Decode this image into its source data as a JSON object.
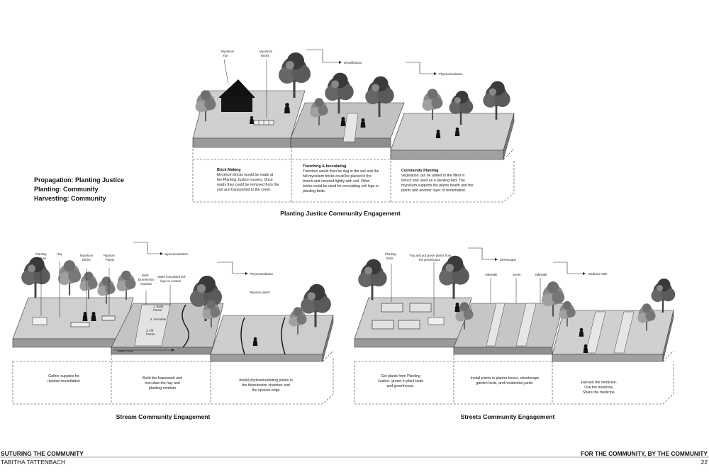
{
  "side_text": [
    "Propagation: Planting Justice",
    "Planting: Community",
    "Harvesting: Community"
  ],
  "planting": {
    "title": "Planting Justice Community Engagement",
    "labels": {
      "yurt": [
        "Mycelium",
        "Yurt"
      ],
      "bricks": [
        "Mycelium",
        "Bricks"
      ],
      "mycofiltration": "Mycofiltration",
      "phytoremediation": "Phytoremediation"
    },
    "steps": [
      {
        "head": "Brick Making",
        "lines": [
          "Mycelium bricks would be made at",
          "the Planting Justice nursery. Once",
          "ready they could be removed from the",
          "yurt and transported to the creek."
        ]
      },
      {
        "head": "Trenching & Inoculating",
        "lines": [
          "Trenches would then be dug in the soil and the",
          "full mycelium bricks could be placed in the",
          "trench and covered lightly with soil. Other",
          "bricks could be used for inoculating soil logs or",
          "planting beds."
        ]
      },
      {
        "head": "Community Planting",
        "lines": [
          "Vegetation can be added to the filled in",
          "trench and used as a planting bed. The",
          "mycelium supports the plants health and the",
          "plants add another layer of remediation."
        ]
      }
    ]
  },
  "stream": {
    "title": "Stream Community Engagement",
    "labels": {
      "planting_medium": [
        "Planting",
        "Medium"
      ],
      "hay": "Hay",
      "mycelium_bricks": [
        "Mycelium",
        "Bricks"
      ],
      "riparian_plants": [
        "Riparian",
        "Plants"
      ],
      "bioretention": [
        "Build",
        "bioretention",
        "chamber"
      ],
      "stake": [
        "Stake inoculated soil",
        "logs on contour"
      ],
      "mycoremediation": "Mycoremediation",
      "phytoremediation": "Phytoremediation",
      "riparian_plants2": "Riparian plants",
      "water_flow": "Water Flow",
      "layer1": [
        "1. Build",
        "Frame"
      ],
      "layer2": "2. Inoculate",
      "layer3": [
        "3. Fill",
        "Frame"
      ]
    },
    "steps": [
      {
        "lines": [
          "Gather supplies for",
          "riparian remediation"
        ]
      },
      {
        "lines": [
          "Build the framework and",
          "inoculate the hay and",
          "planting medium"
        ]
      },
      {
        "lines": [
          "Install phytoremediating plants in",
          "the bioretention chamber and",
          "the riparian edge"
        ]
      }
    ]
  },
  "streets": {
    "title": "Streets Community Engagement",
    "labels": {
      "planting_beds": [
        "Planting",
        "beds"
      ],
      "tray": [
        "Tray and pot grown plants from",
        "the greenhouse"
      ],
      "streetscape": "Streetscape",
      "sidewalk1": "Sidewalk",
      "street": "Street",
      "sidewalk2": "Sidewalk",
      "medicine": "Medicine Mile"
    },
    "steps": [
      {
        "lines": [
          "Get plants from Planting",
          "Justice- grown in plant beds",
          "and greenhouse."
        ]
      },
      {
        "lines": [
          "Install plants in planter boxes, streetscape",
          "garden beds, and residential yards."
        ]
      },
      {
        "lines": [
          "Harvest the medicine.",
          "Use the medicine.",
          "Share the medicine."
        ]
      }
    ]
  },
  "footer": {
    "left_title": "SUTURING THE COMMUNITY",
    "left_author": "TABITHA TATTENBACH",
    "right_title": "FOR THE COMMUNITY, BY THE COMMUNITY",
    "page": "22"
  }
}
